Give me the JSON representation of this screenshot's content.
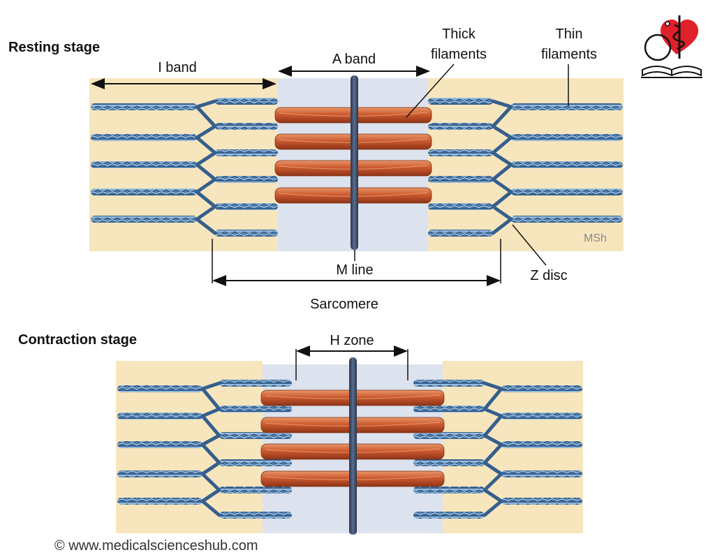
{
  "titles": {
    "resting": "Resting stage",
    "contraction": "Contraction stage"
  },
  "labels": {
    "i_band": "I band",
    "a_band": "A band",
    "thick_line1": "Thick",
    "thick_line2": "filaments",
    "thin_line1": "Thin",
    "thin_line2": "filaments",
    "m_line": "M line",
    "z_disc": "Z disc",
    "sarcomere": "Sarcomere",
    "h_zone": "H zone",
    "watermark": "MSh"
  },
  "footer": {
    "copyright": "© www.medicalscienceshub.com"
  },
  "colors": {
    "background": "#ffffff",
    "i_band_fill": "#f7e6bd",
    "a_band_fill": "#dde3ee",
    "thin_filament": "#4d7fb0",
    "thin_filament_light": "#8fb4d8",
    "thick_filament": "#c5522a",
    "thick_filament_light": "#e48a5c",
    "m_line": "#3b4a63",
    "logo_heart": "#e0202a"
  }
}
